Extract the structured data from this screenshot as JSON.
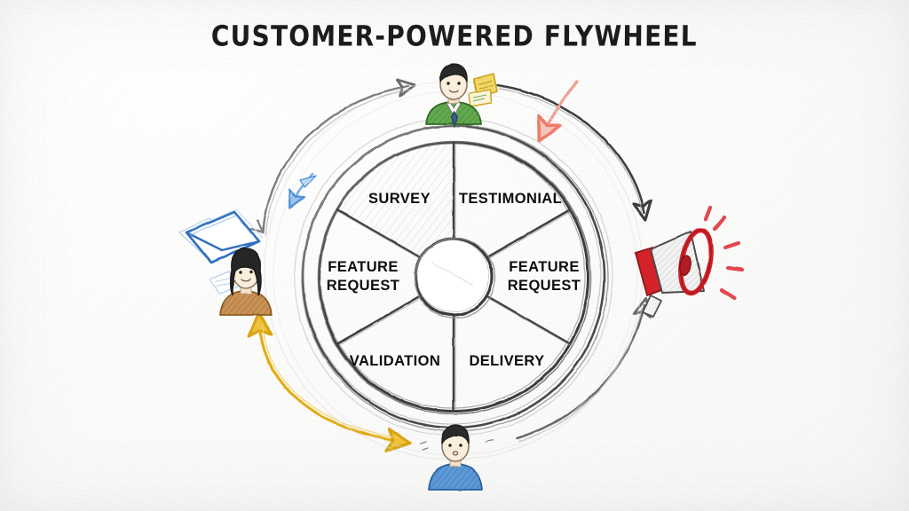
{
  "page": {
    "title": "CUSTOMER-POWERED FLYWHEEL",
    "background_color": "#fdfdfd",
    "style": "hand-drawn pencil sketch"
  },
  "diagram": {
    "type": "flywheel",
    "direction": "clockwise",
    "center_hub": {
      "label": "",
      "shape": "circle"
    },
    "segments": [
      {
        "id": "survey",
        "label": "SURVEY",
        "lines": [
          "SURVEY"
        ],
        "position": "top-left",
        "angle_deg": 120,
        "shaded": true
      },
      {
        "id": "testimonial",
        "label": "TESTIMONIAL",
        "lines": [
          "TESTIMONIAL"
        ],
        "position": "top-right",
        "angle_deg": 60,
        "shaded": false
      },
      {
        "id": "feature-request-right",
        "label": "FEATURE REQUEST",
        "lines": [
          "FEATURE",
          "REQUEST"
        ],
        "position": "right",
        "angle_deg": 0,
        "shaded": false
      },
      {
        "id": "delivery",
        "label": "DELIVERY",
        "lines": [
          "DELIVERY"
        ],
        "position": "bottom-right",
        "angle_deg": 300,
        "shaded": false
      },
      {
        "id": "validation",
        "label": "VALIDATION",
        "lines": [
          "VALIDATION"
        ],
        "position": "bottom-left",
        "angle_deg": 240,
        "shaded": false
      },
      {
        "id": "feature-request-left",
        "label": "FEATURE REQUEST",
        "lines": [
          "FEATURE",
          "REQUEST"
        ],
        "position": "left",
        "angle_deg": 180,
        "shaded": false
      }
    ],
    "outer_arrows": [
      {
        "id": "arrow-top-left",
        "color": "#6e6e6e",
        "position": "upper-left",
        "direction": "clockwise",
        "heads": 1
      },
      {
        "id": "arrow-top-right",
        "color": "#4a4a4a",
        "position": "upper-right",
        "direction": "clockwise",
        "heads": 1
      },
      {
        "id": "arrow-bottom-right",
        "color": "#6b6b6b",
        "position": "lower-right",
        "direction": "clockwise",
        "heads": 1
      },
      {
        "id": "arrow-bottom-left",
        "color": "#e3ac16",
        "position": "lower-left",
        "direction": "clockwise",
        "heads": 2
      },
      {
        "id": "arrow-inward-red",
        "color": "#ef7c6a",
        "position": "upper-right-inward",
        "direction": "inward",
        "heads": 1
      },
      {
        "id": "arrow-inward-blue",
        "color": "#4b90d9",
        "position": "upper-left-inward",
        "direction": "inward",
        "heads": 1
      }
    ],
    "icons": [
      {
        "id": "businessman",
        "name": "businessman-icon",
        "position": "top",
        "description": "person in green jacket with tie",
        "colors": {
          "jacket": "#4f9b3f",
          "hair": "#2b2b2b",
          "note": "#e8bb2c"
        }
      },
      {
        "id": "megaphone",
        "name": "megaphone-icon",
        "position": "right",
        "description": "red megaphone with sound waves",
        "colors": {
          "body": "#d4232c",
          "waves": "#e0494f"
        }
      },
      {
        "id": "customer-blue",
        "name": "customer-icon",
        "position": "bottom",
        "description": "person in blue shirt",
        "colors": {
          "shirt": "#3e87c9",
          "hair": "#2b2b2b"
        }
      },
      {
        "id": "email",
        "name": "email-envelope-icon",
        "position": "left",
        "description": "blue open envelope with letters",
        "colors": {
          "envelope": "#2f6fc0"
        }
      },
      {
        "id": "customer-tan",
        "name": "customer-icon-2",
        "position": "left",
        "description": "person in tan sweater",
        "colors": {
          "sweater": "#b5813f",
          "hair": "#262626"
        }
      }
    ],
    "palette": {
      "pencil": "#4a4a4a",
      "pencil_light": "#9a9a9a",
      "text": "#0d0d0d",
      "accent_red": "#d4232c",
      "accent_blue": "#2f6fc0",
      "accent_yellow": "#e3ac16",
      "accent_green": "#4f9b3f"
    }
  }
}
